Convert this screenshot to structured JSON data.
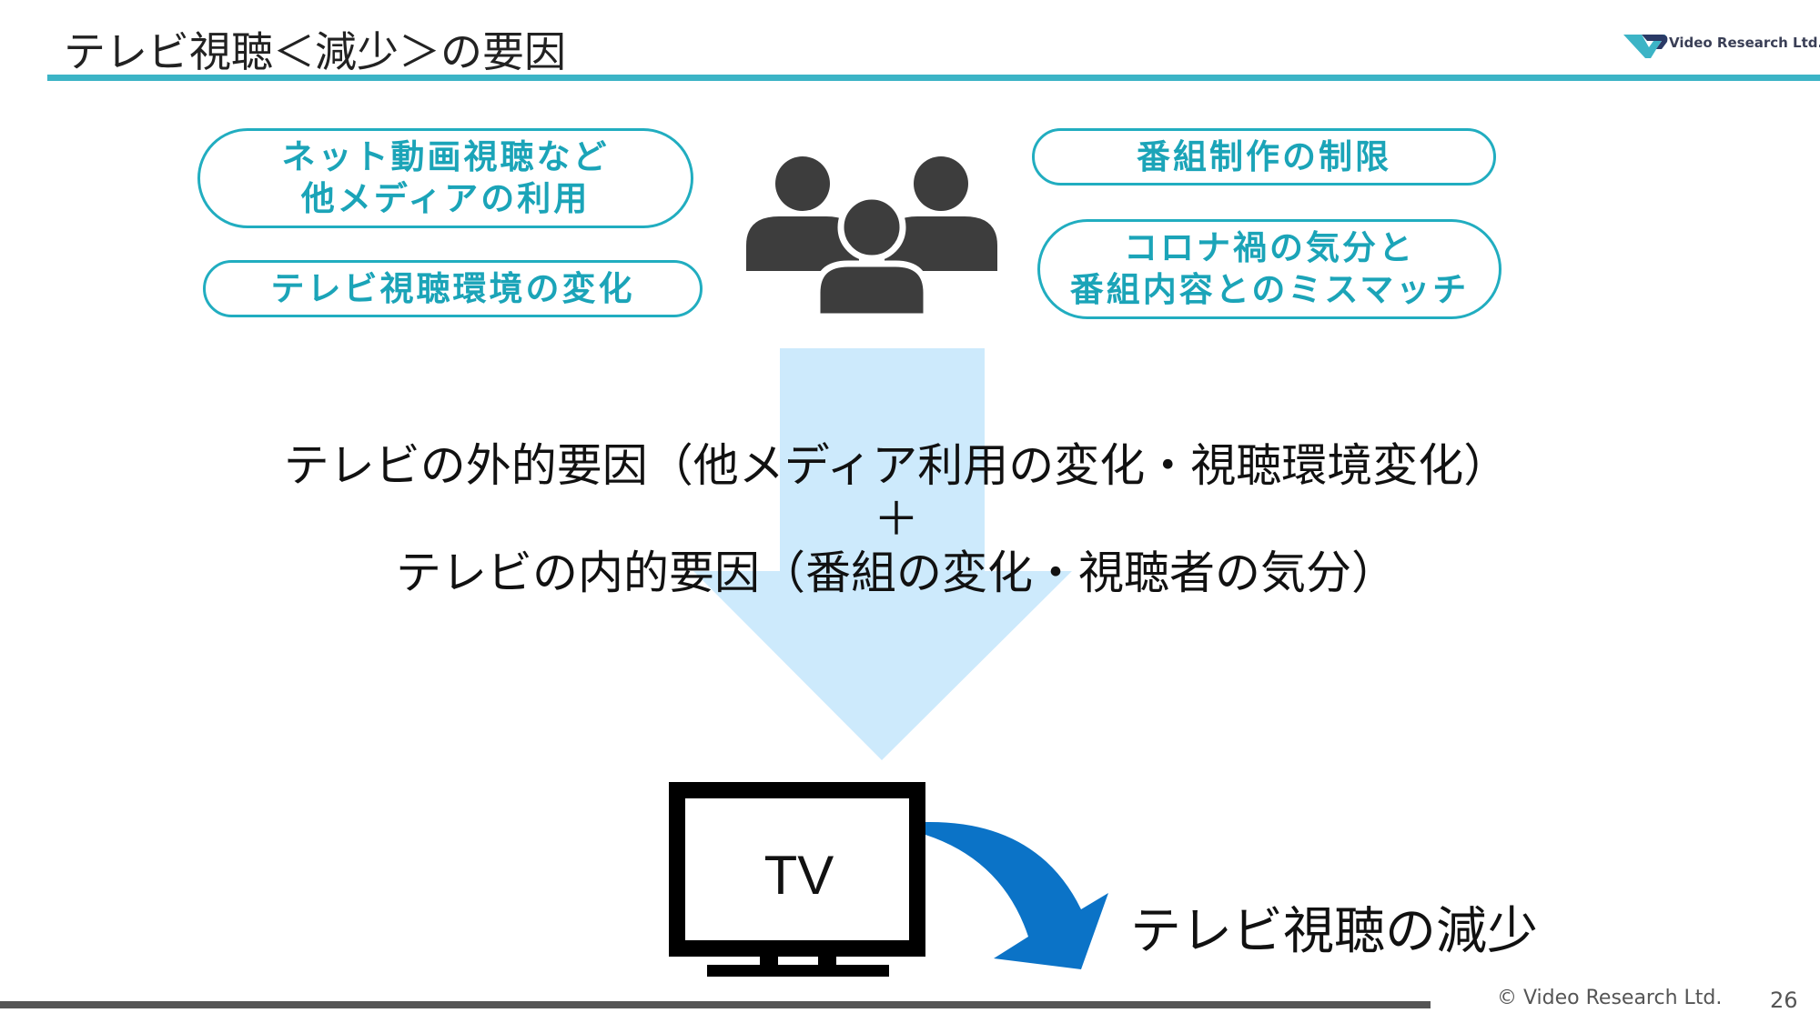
{
  "header": {
    "title": "テレビ視聴＜減少＞の要因",
    "logo_text": "Video Research Ltd."
  },
  "factors": {
    "net": "ネット動画視聴など\n他メディアの利用",
    "env": "テレビ視聴環境の変化",
    "prod": "番組制作の制限",
    "corona": "コロナ禍の気分と\n番組内容とのミスマッチ"
  },
  "main": {
    "external": "テレビの外的要因（他メディア利用の変化・視聴環境変化）",
    "plus": "＋",
    "internal": "テレビの内的要因（番組の変化・視聴者の気分）",
    "tv_label": "TV",
    "result": "テレビ視聴の減少"
  },
  "footer": {
    "copyright": "© Video Research Ltd.",
    "page": "26"
  },
  "colors": {
    "accent": "#3cb4c6",
    "pill_text": "#1ba4b8",
    "arrow_fill": "#cdeafc",
    "down_arrow": "#0b73c7",
    "icon": "#3d3d3d"
  },
  "icons": [
    "audience-icon",
    "tv-icon",
    "curved-arrow-icon",
    "down-arrow"
  ]
}
